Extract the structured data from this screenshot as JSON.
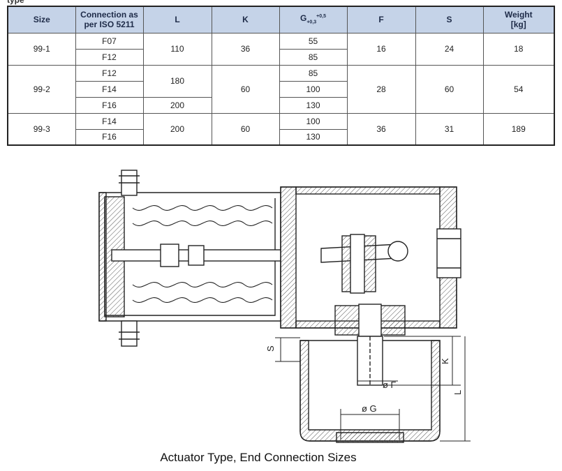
{
  "title_fragment": "type",
  "table": {
    "headers": {
      "size": "Size",
      "connection_line1": "Connection as",
      "connection_line2": "per ISO 5211",
      "l": "L",
      "k": "K",
      "g": "G",
      "g_sup": "+0,5",
      "g_sub": "+0,3",
      "f": "F",
      "s": "S",
      "weight_line1": "Weight",
      "weight_line2": "[kg]"
    },
    "groups": [
      {
        "size": "99-1",
        "connections": [
          "F07",
          "F12"
        ],
        "l": [
          "110"
        ],
        "k": "36",
        "g": [
          "55",
          "85"
        ],
        "f": "16",
        "s": "24",
        "weight": "18"
      },
      {
        "size": "99-2",
        "connections": [
          "F12",
          "F14",
          "F16"
        ],
        "l": [
          "180",
          "200"
        ],
        "k": "60",
        "g": [
          "85",
          "100",
          "130"
        ],
        "f": "28",
        "s": "60",
        "weight": "54"
      },
      {
        "size": "99-3",
        "connections": [
          "F14",
          "F16"
        ],
        "l": [
          "200"
        ],
        "k": "60",
        "g": [
          "100",
          "130"
        ],
        "f": "36",
        "s": "31",
        "weight": "189"
      }
    ]
  },
  "drawing_labels": {
    "s": "S",
    "k": "K",
    "l": "L",
    "f": "ø F",
    "g": "ø G"
  },
  "caption": "Actuator Type, End Connection Sizes"
}
